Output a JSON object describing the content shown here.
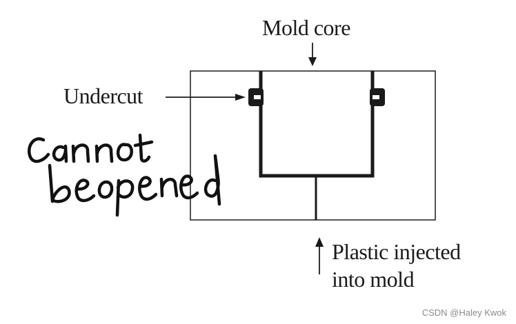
{
  "diagram": {
    "labels": {
      "mold_core": "Mold core",
      "undercut": "Undercut",
      "plastic_injected_line1": "Plastic injected",
      "plastic_injected_line2": "into mold"
    },
    "handwritten_note": "cannot be opened"
  },
  "watermark": "CSDN @Haley Kwok",
  "colors": {
    "ink": "#1a1a1a",
    "watermark": "#8a8a8a",
    "background": "#ffffff"
  }
}
